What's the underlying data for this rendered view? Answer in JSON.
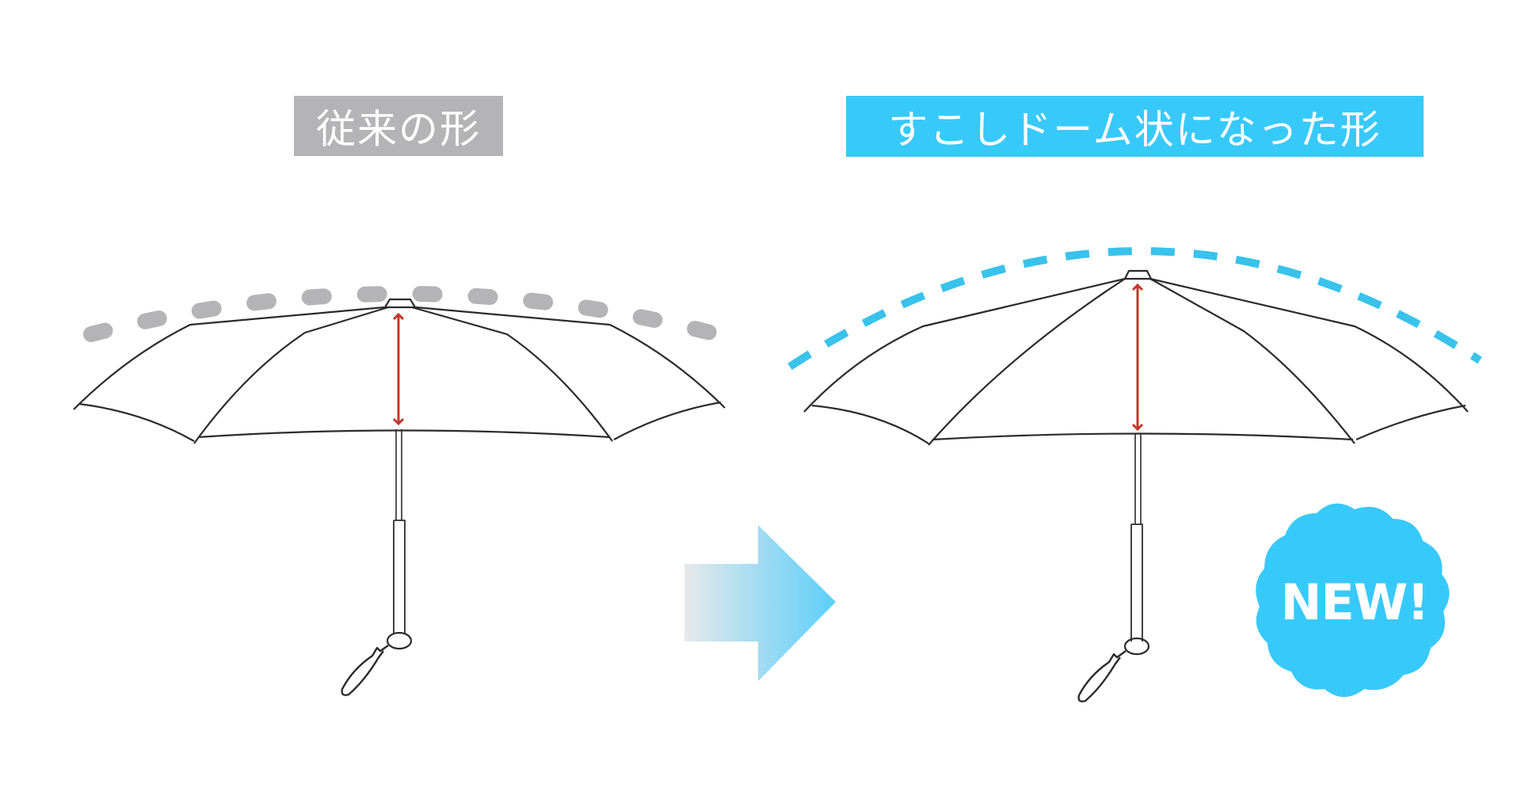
{
  "labels": {
    "old_shape": "従来の形",
    "new_shape": "すこしドーム状になった形"
  },
  "badge": {
    "text": "NEW!",
    "color": "#38c9fb"
  },
  "colors": {
    "old_label_bg": "#b4b4b6",
    "new_label_bg": "#38c9fb",
    "old_dome_dashes": "#b4b4b6",
    "new_dome_dashes": "#38c2ec",
    "height_arrow": "#c0392b",
    "outline": "#2b2b2b"
  },
  "illustrations": {
    "left": "conventional-umbrella",
    "center": "transition-arrow-icon",
    "right": "dome-shaped-umbrella"
  }
}
